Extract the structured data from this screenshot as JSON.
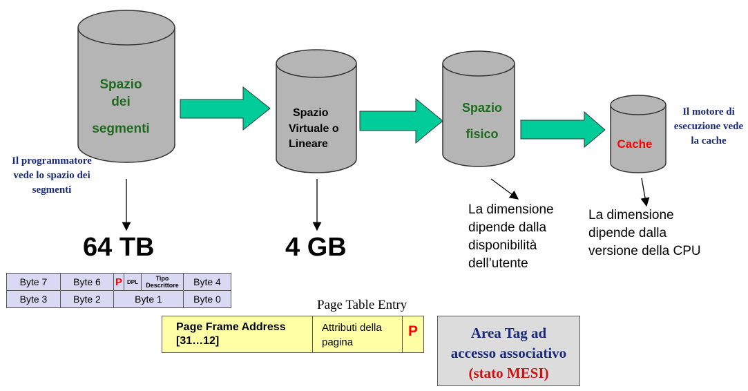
{
  "cylinders": {
    "segments": {
      "lines": [
        "Spazio",
        "dei",
        "segmenti"
      ]
    },
    "virtual": {
      "lines": [
        "Spazio",
        "Virtuale o",
        "Lineare"
      ]
    },
    "physical": {
      "lines": [
        "Spazio",
        "fisico"
      ]
    },
    "cache": {
      "lines": [
        "Cache"
      ]
    }
  },
  "notes": {
    "programmer": "Il programmatore vede lo spazio dei segmenti",
    "engine": "Il motore di esecuzione vede la cache",
    "physical_size": "La dimensione dipende dalla disponibilità dell’utente",
    "cpu_size": "La dimensione dipende dalla versione della CPU"
  },
  "sizes": {
    "segments": "64 TB",
    "virtual": "4 GB"
  },
  "descriptor": {
    "row1": [
      "Byte 7",
      "Byte 6",
      "P",
      "DPL",
      "Tipo Descrittore",
      "Byte 4"
    ],
    "row2": [
      "Byte 3",
      "Byte 2",
      "Byte 1",
      "Byte 0"
    ]
  },
  "page_table_entry": {
    "title": "Page Table Entry",
    "frame_address": "Page Frame Address",
    "frame_bits": "[31…12]",
    "attributes": "Attributi della pagina",
    "p_bit": "P"
  },
  "tag_area": {
    "line1": "Area Tag ad",
    "line2": "accesso associativo",
    "line3": "(stato MESI)"
  },
  "colors": {
    "cylinder_fill": "#b5b5b5",
    "segment_text": "#1e6b1e",
    "cache_text": "#ff0000",
    "arrow_fill": "#00cc99",
    "note_blue": "#1a2a7a",
    "descriptor_bg": "#d9d9f3",
    "pte_bg": "#ffffa6",
    "tag_bg": "#dcdcdc",
    "p_red": "#ff0000"
  }
}
